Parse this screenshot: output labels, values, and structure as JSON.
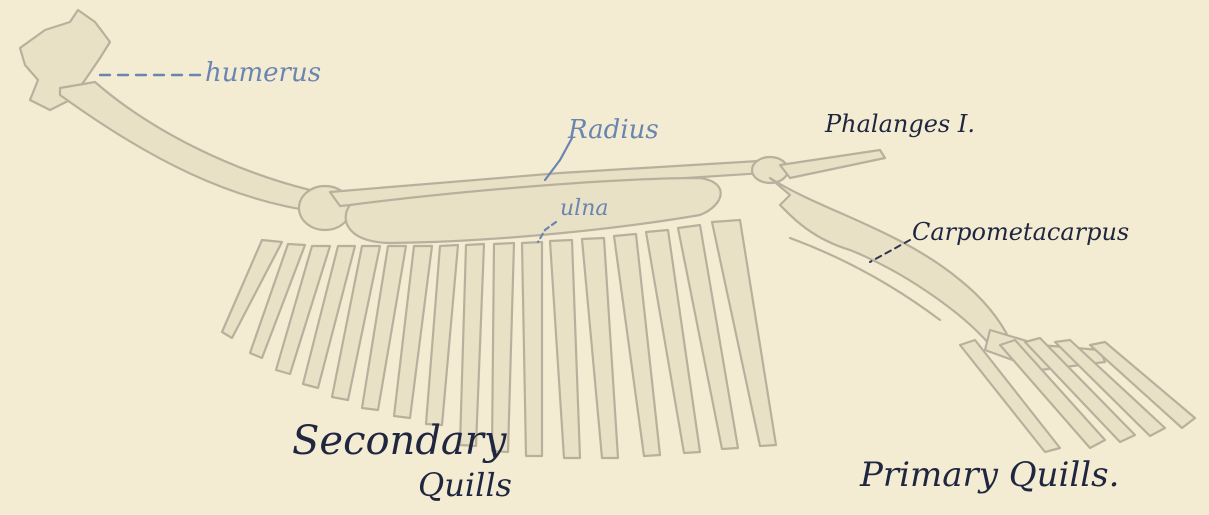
{
  "labels": {
    "humerus": "humerus",
    "radius": "Radius",
    "ulna": "ulna",
    "phalanges": "Phalanges I.",
    "carpometacarpus": "Carpometacarpus",
    "secondary_line1": "Secondary",
    "secondary_line2": "Quills",
    "primary": "Primary Quills."
  },
  "colors": {
    "paper": "#f3ecd2",
    "pencil": "#b8b09c",
    "blue_ink": "#6a86b0",
    "dark_ink": "#1f2640"
  }
}
